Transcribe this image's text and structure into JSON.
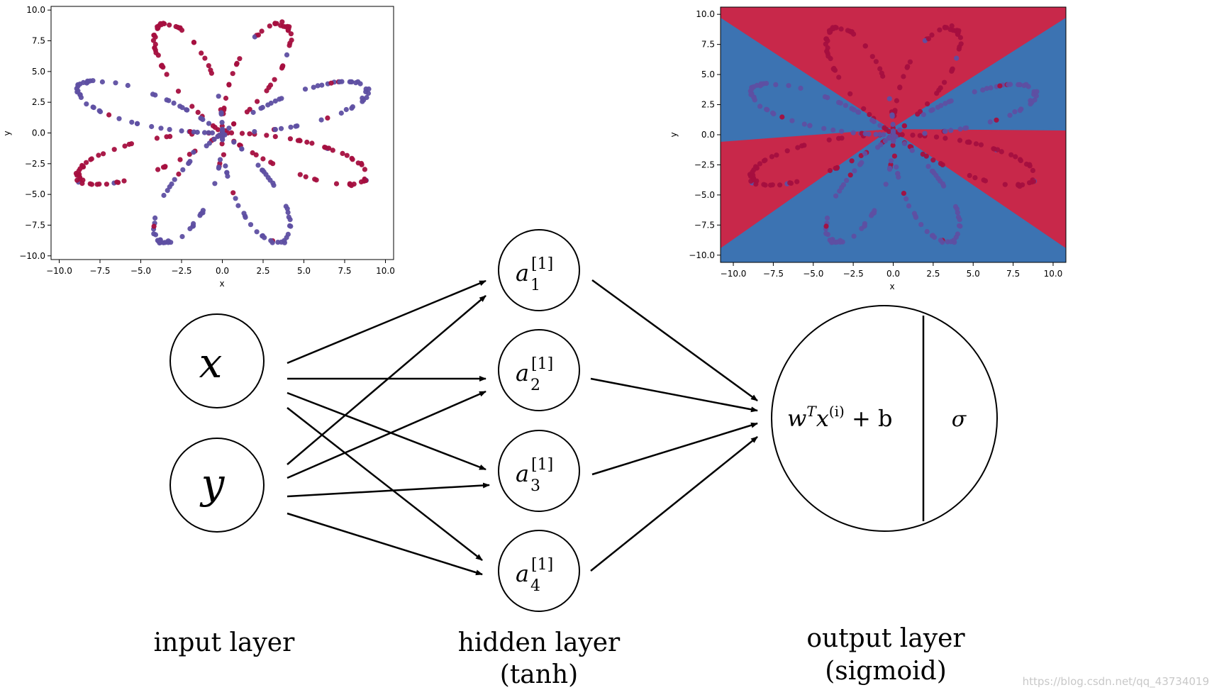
{
  "colors": {
    "red": "#a50f3f",
    "purple": "#5e4fa2",
    "region_red": "#c8284a",
    "region_blue": "#3c73b2"
  },
  "chart_data": [
    {
      "type": "scatter",
      "title": "",
      "xlabel": "x",
      "ylabel": "y",
      "xlim": [
        -10.5,
        10.5
      ],
      "ylim": [
        -10.3,
        10.3
      ],
      "xticks": [
        "−10.0",
        "−7.5",
        "−5.0",
        "−2.5",
        "0.0",
        "2.5",
        "5.0",
        "7.5",
        "10.0"
      ],
      "xtick_values": [
        -10,
        -7.5,
        -5,
        -2.5,
        0,
        2.5,
        5,
        7.5,
        10
      ],
      "yticks": [
        "10.0",
        "7.5",
        "5.0",
        "2.5",
        "0.0",
        "−2.5",
        "−5.0",
        "−7.5",
        "−10.0"
      ],
      "ytick_values": [
        10,
        7.5,
        5,
        2.5,
        0,
        -2.5,
        -5,
        -7.5,
        -10
      ],
      "grid": false,
      "pattern": "flower dataset: 8 petals, r = 4·sin(4θ) scaled, class 0 red / class 1 purple",
      "series": [
        {
          "name": "",
          "color": "red",
          "petal_angles_deg": [
            67.5,
            112.5,
            202.5,
            337.5
          ]
        },
        {
          "name": "",
          "color": "purple",
          "petal_angles_deg": [
            22.5,
            157.5,
            247.5,
            292.5
          ]
        }
      ]
    },
    {
      "type": "scatter",
      "title": "",
      "xlabel": "x",
      "ylabel": "y",
      "xlim": [
        -10.8,
        10.8
      ],
      "ylim": [
        -10.6,
        10.6
      ],
      "xticks": [
        "−10.0",
        "−7.5",
        "−5.0",
        "−2.5",
        "0.0",
        "2.5",
        "5.0",
        "7.5",
        "10.0"
      ],
      "xtick_values": [
        -10,
        -7.5,
        -5,
        -2.5,
        0,
        2.5,
        5,
        7.5,
        10
      ],
      "yticks": [
        "10.0",
        "7.5",
        "5.0",
        "2.5",
        "0.0",
        "−2.5",
        "−5.0",
        "−7.5",
        "−10.0"
      ],
      "ytick_values": [
        10,
        7.5,
        5,
        2.5,
        0,
        -2.5,
        -5,
        -7.5,
        -10
      ],
      "grid": false,
      "decision_boundary": "red / blue region fill from neural network classifier"
    }
  ],
  "network": {
    "input_nodes": [
      "x",
      "y"
    ],
    "hidden_nodes": [
      {
        "base": "a",
        "sup": "[1]",
        "sub": "1"
      },
      {
        "base": "a",
        "sup": "[1]",
        "sub": "2"
      },
      {
        "base": "a",
        "sup": "[1]",
        "sub": "3"
      },
      {
        "base": "a",
        "sup": "[1]",
        "sub": "4"
      }
    ],
    "output_node": {
      "w": "w",
      "T": "T",
      "x": "x",
      "i": "(i)",
      "rest": " + b",
      "activation": "σ"
    }
  },
  "labels": {
    "input_layer": "input layer",
    "hidden_layer": "hidden layer",
    "hidden_activation": "(tanh)",
    "output_layer": "output layer",
    "output_activation": "(sigmoid)"
  },
  "watermark": "https://blog.csdn.net/qq_43734019"
}
